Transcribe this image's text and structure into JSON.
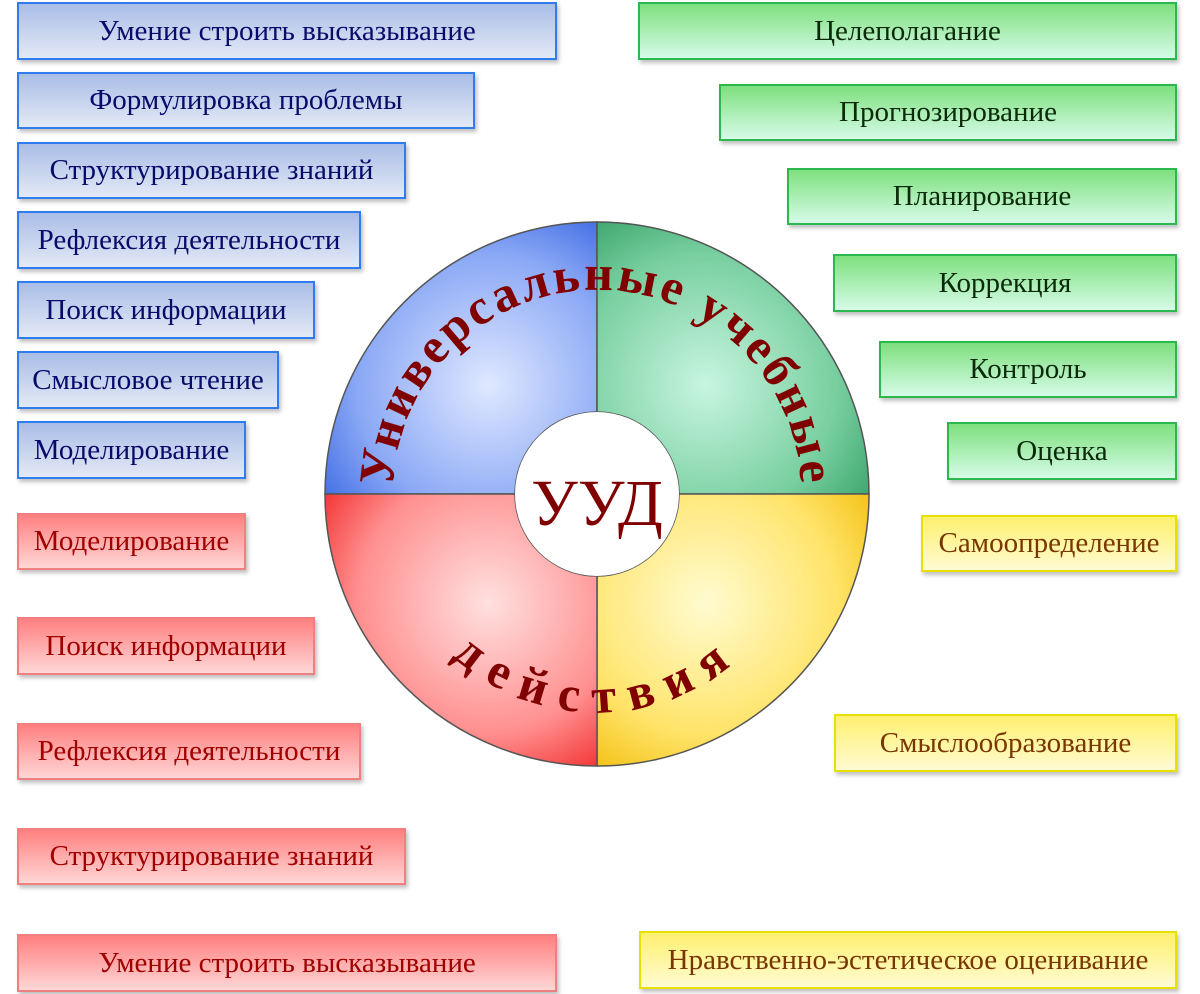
{
  "center_label": "УУД",
  "ring_text_top": "Универсальные учебные",
  "ring_text_bottom": "действия",
  "colors": {
    "blue": "#3a6ff0",
    "green": "#3aa86a",
    "red": "#ff3030",
    "yellow": "#ffd000",
    "text": "#800000"
  },
  "blue_items": [
    "Умение строить высказывание",
    "Формулировка проблемы",
    "Структурирование знаний",
    "Рефлексия деятельности",
    "Поиск информации",
    "Смысловое чтение",
    "Моделирование"
  ],
  "red_items": [
    "Моделирование",
    "Поиск информации",
    "Рефлексия деятельности",
    "Структурирование знаний",
    "Умение строить высказывание"
  ],
  "green_items": [
    "Целеполагание",
    "Прогнозирование",
    "Планирование",
    "Коррекция",
    "Контроль",
    "Оценка"
  ],
  "yellow_items": [
    "Самоопределение",
    "Смыслообразование",
    "Нравственно-эстетическое оценивание"
  ]
}
